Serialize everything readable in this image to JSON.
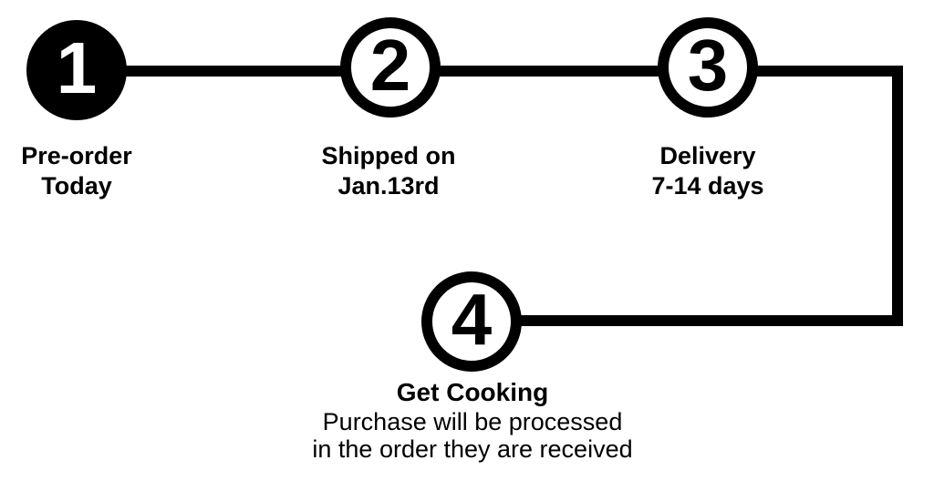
{
  "diagram": {
    "type": "process-flow",
    "colors": {
      "background": "#ffffff",
      "line": "#000000",
      "text": "#000000",
      "step1_fill": "#000000",
      "step1_number": "#ffffff"
    },
    "steps": [
      {
        "number": "1",
        "variant": "filled",
        "label": [
          "Pre-order",
          "Today"
        ]
      },
      {
        "number": "2",
        "variant": "outlined",
        "label": [
          "Shipped on",
          "Jan.13rd"
        ]
      },
      {
        "number": "3",
        "variant": "outlined",
        "label": [
          "Delivery",
          "7-14 days"
        ]
      },
      {
        "number": "4",
        "variant": "outlined",
        "label": [
          "Get Cooking"
        ],
        "sublabel": [
          "Purchase will be processed",
          "in the order they are received"
        ]
      }
    ]
  }
}
